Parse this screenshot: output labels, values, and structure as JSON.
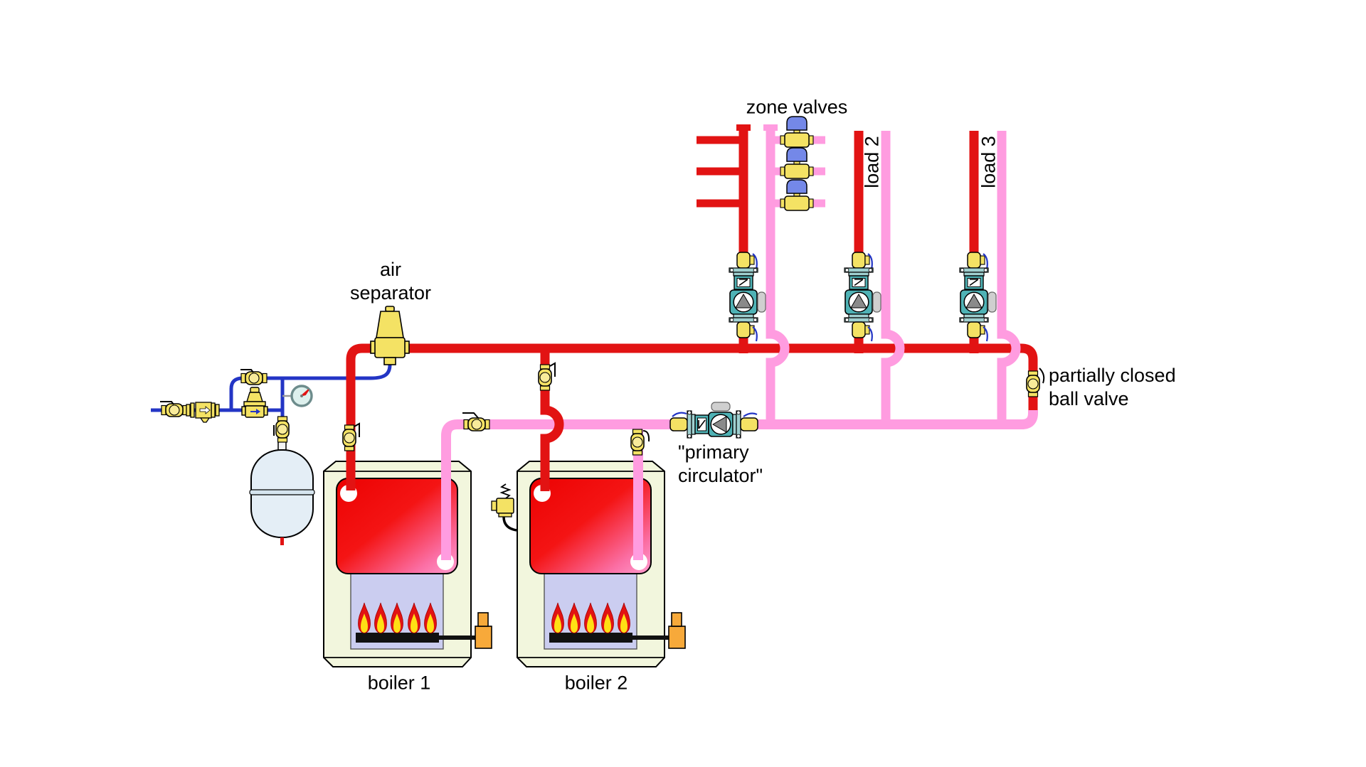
{
  "diagram": {
    "labels": {
      "zone_valves": "zone valves",
      "air_separator": [
        "air",
        "separator"
      ],
      "load_2": "load 2",
      "load_3": "load 3",
      "primary_circulator": [
        "\"primary",
        "circulator\""
      ],
      "partially_closed": [
        "partially closed",
        "ball valve"
      ],
      "boiler_1": "boiler 1",
      "boiler_2": "boiler 2"
    },
    "colors": {
      "supply_pipe_red": "#e21313",
      "return_pipe_pink": "#ff9ce0",
      "cold_water_blue": "#2335c5",
      "brass_yellow": "#f4e264",
      "pump_teal": "#4fb2b5",
      "flange_teal": "#9fd0d0",
      "actuator_blue": "#7488e8",
      "boiler_casing_cream": "#f2f6dd",
      "combustion_chamber_lavender": "#cbcdf0",
      "gas_valve_orange": "#f7a93a",
      "expansion_tank_blue": "#e4eef6"
    },
    "equipment_icons": [
      "zone-valve-icon",
      "circulator-pump-icon",
      "check-valve-icon",
      "ball-valve-icon",
      "air-separator-icon",
      "expansion-tank-icon",
      "pressure-gauge-icon",
      "backflow-preventer-icon",
      "fill-valve-icon",
      "pressure-relief-valve-icon",
      "boiler-icon",
      "gas-burner-icon"
    ]
  }
}
